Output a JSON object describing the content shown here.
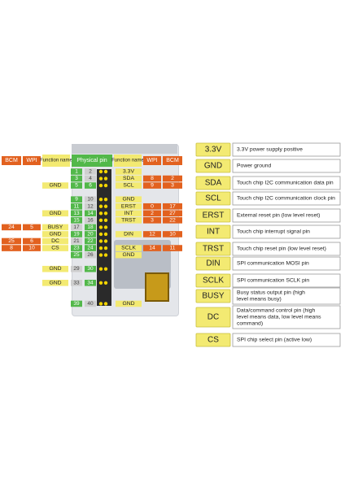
{
  "pin_table": {
    "headers": {
      "left": [
        "BCM",
        "WPI",
        "Function name"
      ],
      "physical": "Physical pin",
      "right": [
        "Function name",
        "WPI",
        "BCM"
      ]
    },
    "rows": [
      {
        "p1": "1",
        "p2": "2",
        "right_fn": "3.3V",
        "r_wpi": "",
        "r_bcm": "",
        "left_fn": "",
        "l_wpi": "",
        "l_bcm": ""
      },
      {
        "p1": "3",
        "p2": "4",
        "right_fn": "SDA",
        "r_wpi": "8",
        "r_bcm": "2",
        "left_fn": "",
        "l_wpi": "",
        "l_bcm": ""
      },
      {
        "p1": "5",
        "p2": "6",
        "right_fn": "SCL",
        "r_wpi": "9",
        "r_bcm": "3",
        "left_fn": "GND",
        "l_wpi": "",
        "l_bcm": ""
      },
      {
        "p1": "9",
        "p2": "10",
        "right_fn": "GND",
        "r_wpi": "",
        "r_bcm": "",
        "left_fn": "",
        "l_wpi": "",
        "l_bcm": ""
      },
      {
        "p1": "11",
        "p2": "12",
        "right_fn": "ERST",
        "r_wpi": "0",
        "r_bcm": "17",
        "left_fn": "",
        "l_wpi": "",
        "l_bcm": ""
      },
      {
        "p1": "13",
        "p2": "14",
        "right_fn": "INT",
        "r_wpi": "2",
        "r_bcm": "27",
        "left_fn": "GND",
        "l_wpi": "",
        "l_bcm": ""
      },
      {
        "p1": "15",
        "p2": "16",
        "right_fn": "TRST",
        "r_wpi": "3",
        "r_bcm": "22",
        "left_fn": "",
        "l_wpi": "",
        "l_bcm": ""
      },
      {
        "p1": "17",
        "p2": "18",
        "right_fn": "",
        "r_wpi": "",
        "r_bcm": "",
        "left_fn": "BUSY",
        "l_wpi": "5",
        "l_bcm": "24"
      },
      {
        "p1": "19",
        "p2": "20",
        "right_fn": "DIN",
        "r_wpi": "12",
        "r_bcm": "10",
        "left_fn": "GND",
        "l_wpi": "",
        "l_bcm": ""
      },
      {
        "p1": "21",
        "p2": "22",
        "right_fn": "",
        "r_wpi": "",
        "r_bcm": "",
        "left_fn": "DC",
        "l_wpi": "6",
        "l_bcm": "25"
      },
      {
        "p1": "23",
        "p2": "24",
        "right_fn": "SCLK",
        "r_wpi": "14",
        "r_bcm": "11",
        "left_fn": "CS",
        "l_wpi": "10",
        "l_bcm": "8"
      },
      {
        "p1": "25",
        "p2": "26",
        "right_fn": "GND",
        "r_wpi": "",
        "r_bcm": "",
        "left_fn": "",
        "l_wpi": "",
        "l_bcm": ""
      },
      {
        "p1": "29",
        "p2": "30",
        "right_fn": "",
        "r_wpi": "",
        "r_bcm": "",
        "left_fn": "GND",
        "l_wpi": "",
        "l_bcm": ""
      },
      {
        "p1": "33",
        "p2": "34",
        "right_fn": "",
        "r_wpi": "",
        "r_bcm": "",
        "left_fn": "GND",
        "l_wpi": "",
        "l_bcm": ""
      },
      {
        "p1": "39",
        "p2": "40",
        "right_fn": "GND",
        "r_wpi": "",
        "r_bcm": "",
        "left_fn": "",
        "l_wpi": "",
        "l_bcm": ""
      }
    ]
  },
  "legend": [
    {
      "pin": "3.3V",
      "desc": "3.3V power supply positive"
    },
    {
      "pin": "GND",
      "desc": "Power ground"
    },
    {
      "pin": "SDA",
      "desc": "Touch chip I2C communication data pin"
    },
    {
      "pin": "SCL",
      "desc": "Touch chip I2C communication clock pin"
    },
    {
      "pin": "ERST",
      "desc": "External reset pin (low level reset)"
    },
    {
      "pin": "INT",
      "desc": "Touch chip interrupt signal pin"
    },
    {
      "pin": "TRST",
      "desc": "Touch chip reset pin (low level reset)"
    },
    {
      "pin": "DIN",
      "desc": "SPI communication MOSI pin"
    },
    {
      "pin": "SCLK",
      "desc": "SPI communication SCLK pin"
    },
    {
      "pin": "BUSY",
      "desc": "Busy status output pin (high level means busy)"
    },
    {
      "pin": "DC",
      "desc": "Data/command control pin (high level means data, low level means command)"
    },
    {
      "pin": "CS",
      "desc": "SPI chip select pin (active low)"
    }
  ],
  "colors": {
    "orange": "#e2611f",
    "yellow": "#f3ea72",
    "green": "#52b84a",
    "gray_pin": "#cfcfcf",
    "pin_dot": "#f2d400",
    "text_dark": "#222222"
  }
}
